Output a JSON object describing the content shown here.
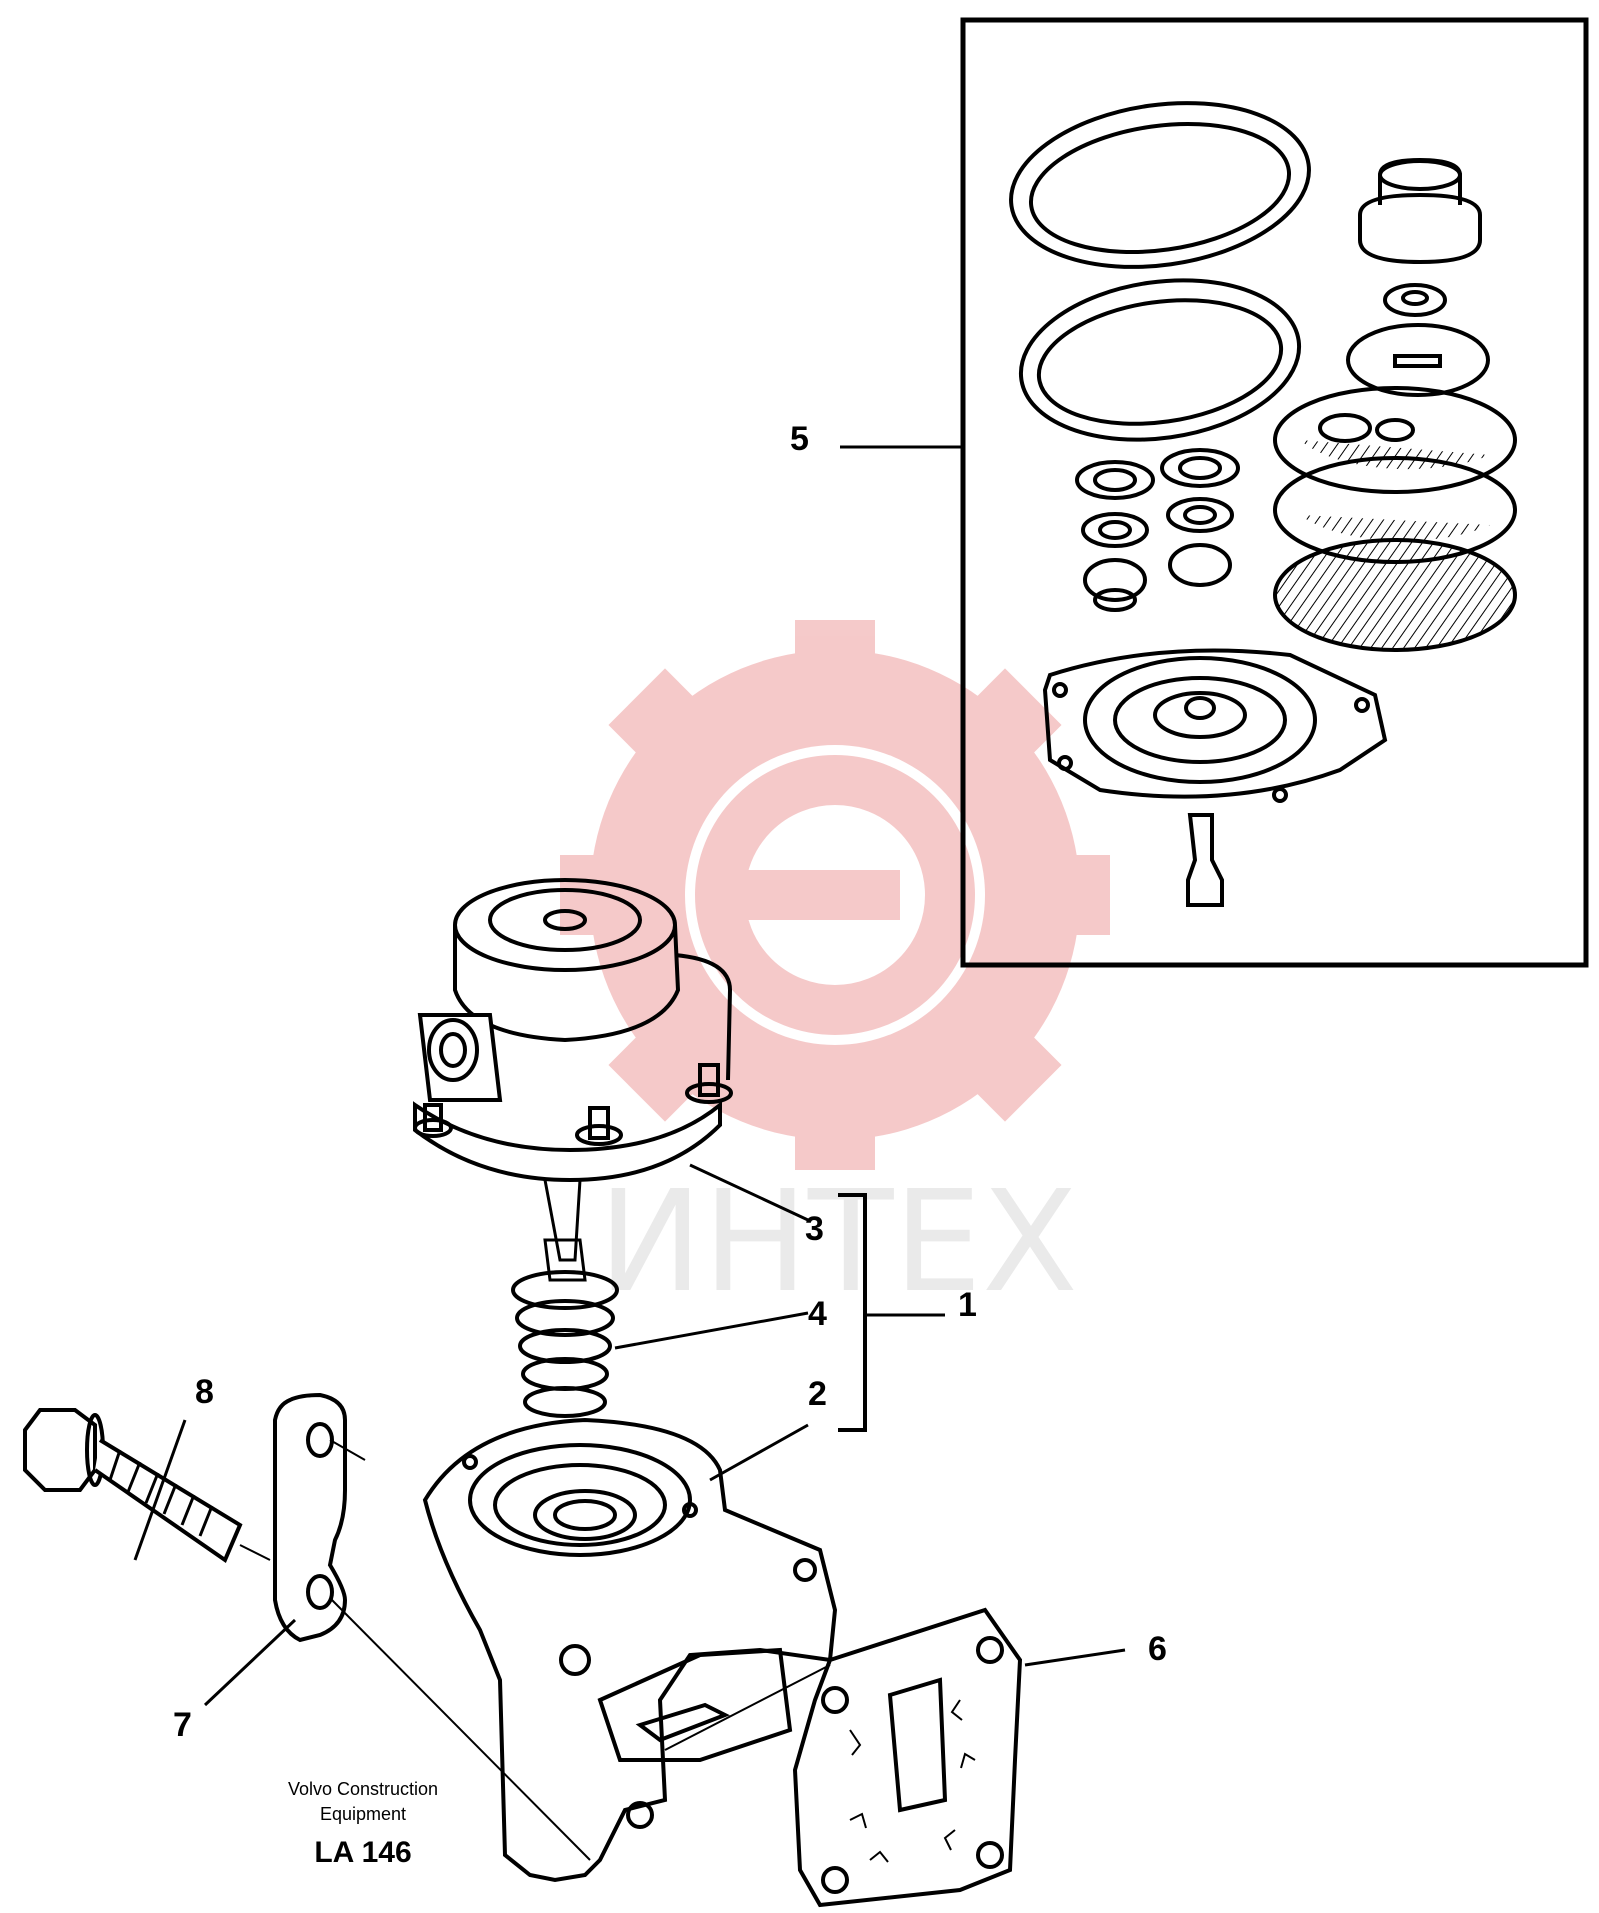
{
  "callouts": [
    "5",
    "3",
    "4",
    "1",
    "2",
    "8",
    "6",
    "7"
  ],
  "watermark": {
    "text": "ИНТЕХ",
    "color": "#f2b8b8",
    "text_color": "#e3e3e3"
  },
  "caption": {
    "line1": "Volvo Construction",
    "line2": "Equipment",
    "code": "LA 146"
  },
  "colors": {
    "ink": "#000000",
    "paper": "#ffffff"
  }
}
